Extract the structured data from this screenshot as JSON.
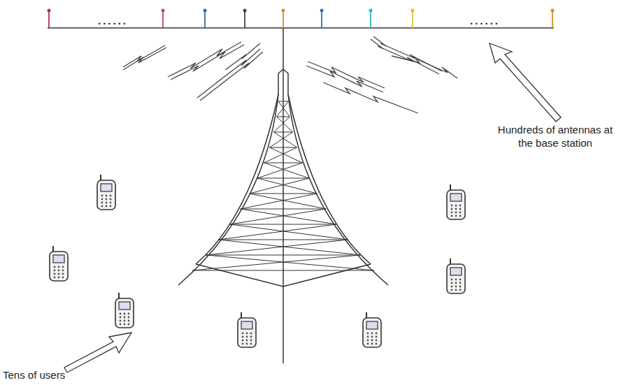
{
  "diagram": {
    "labels": [
      "......",
      "......",
      "Hundreds of antennas at the base station",
      "Tens of users"
    ]
  }
}
